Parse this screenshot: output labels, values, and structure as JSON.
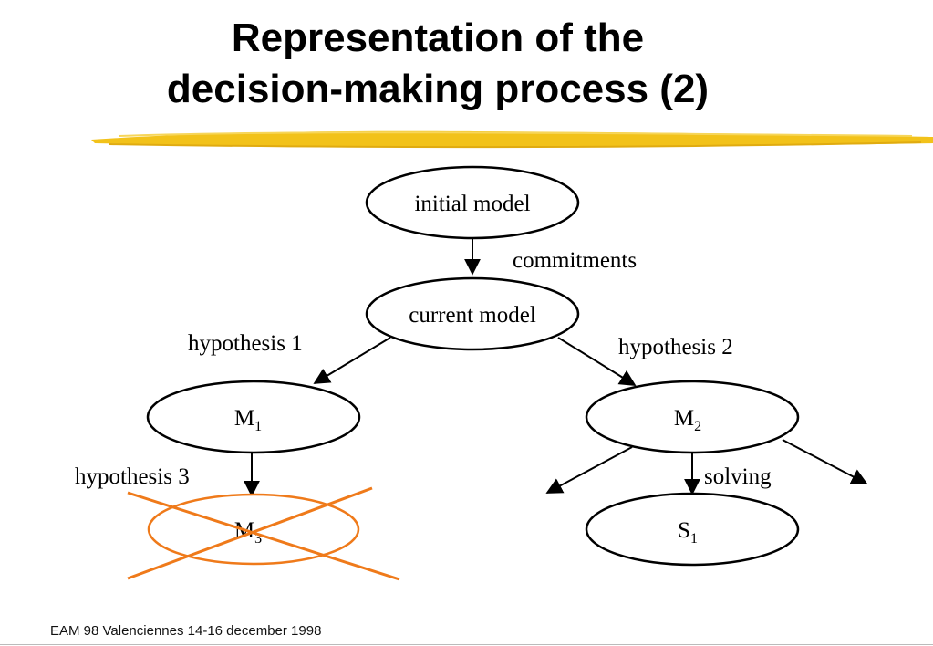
{
  "title": {
    "line1": "Representation of the",
    "line2": "decision-making process (2)"
  },
  "nodes": {
    "initial": "initial model",
    "current": "current model",
    "m1": {
      "base": "M",
      "sub": "1"
    },
    "m2": {
      "base": "M",
      "sub": "2"
    },
    "m3": {
      "base": "M",
      "sub": "3"
    },
    "s1": {
      "base": "S",
      "sub": "1"
    }
  },
  "edge_labels": {
    "commitments": "commitments",
    "hyp1": "hypothesis 1",
    "hyp2": "hypothesis 2",
    "hyp3": "hypothesis 3",
    "solving": "solving"
  },
  "footer": "EAM 98 Valenciennes 14-16 december 1998",
  "colors": {
    "accent_underline": "#f2c21a",
    "rejected": "#ef7a1a",
    "stroke": "#000000"
  }
}
